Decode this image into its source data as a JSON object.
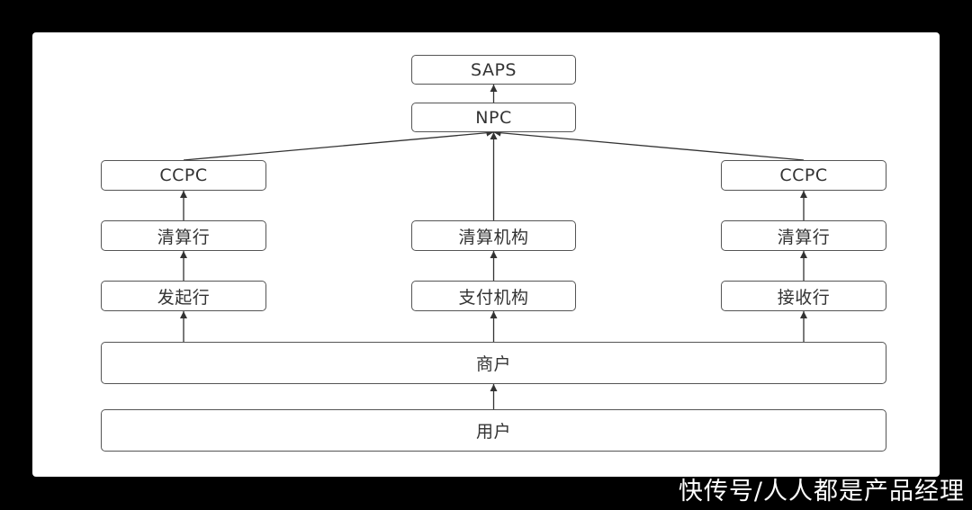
{
  "diagram": {
    "title": "",
    "colors": {
      "background": "#000000",
      "canvas": "#ffffff",
      "node_border": "#555555",
      "node_text": "#333333",
      "arrow": "#333333",
      "watermark": "#ffffff"
    },
    "nodes": {
      "saps": "SAPS",
      "npc": "NPC",
      "ccpc_left": "CCPC",
      "ccpc_right": "CCPC",
      "clearing_bank_left": "清算行",
      "clearing_institution": "清算机构",
      "clearing_bank_right": "清算行",
      "originating_bank": "发起行",
      "payment_institution": "支付机构",
      "receiving_bank": "接收行",
      "merchant": "商户",
      "user": "用户"
    },
    "edges": [
      {
        "from": "npc",
        "to": "saps"
      },
      {
        "from": "ccpc_left",
        "to": "npc"
      },
      {
        "from": "clearing_institution",
        "to": "npc"
      },
      {
        "from": "ccpc_right",
        "to": "npc"
      },
      {
        "from": "clearing_bank_left",
        "to": "ccpc_left"
      },
      {
        "from": "payment_institution",
        "to": "clearing_institution"
      },
      {
        "from": "clearing_bank_right",
        "to": "ccpc_right"
      },
      {
        "from": "originating_bank",
        "to": "clearing_bank_left"
      },
      {
        "from": "receiving_bank",
        "to": "clearing_bank_right"
      },
      {
        "from": "merchant",
        "to": "originating_bank"
      },
      {
        "from": "merchant",
        "to": "payment_institution"
      },
      {
        "from": "merchant",
        "to": "receiving_bank"
      },
      {
        "from": "user",
        "to": "merchant"
      }
    ]
  },
  "watermark": "快传号/人人都是产品经理"
}
